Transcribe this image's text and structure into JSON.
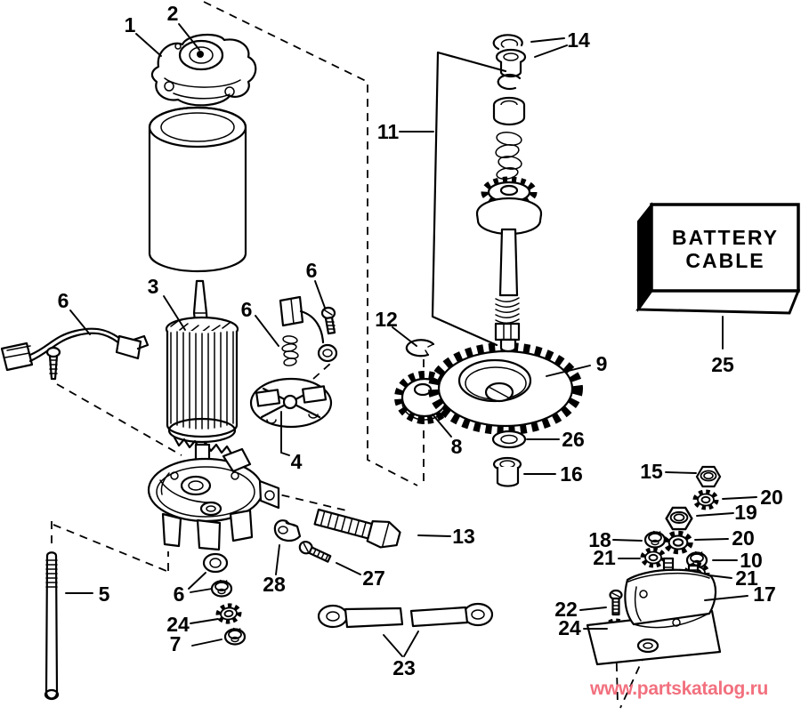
{
  "diagram": {
    "type": "exploded-parts-diagram",
    "subject": "electric starter and solenoid",
    "background": "#ffffff",
    "line_color": "#000000"
  },
  "battery_cable_box": {
    "line1": "BATTERY",
    "line2": "CABLE"
  },
  "watermark": {
    "text": "www.partskatalog.ru",
    "color": "#f2707e"
  },
  "callouts": {
    "c1": "1",
    "c2": "2",
    "c3": "3",
    "c4": "4",
    "c5": "5",
    "c6_lead": "6",
    "c6_brush": "6",
    "c6_screw": "6",
    "c6_nut": "6",
    "c7": "7",
    "c8": "8",
    "c9": "9",
    "c10": "10",
    "c11": "11",
    "c12": "12",
    "c13": "13",
    "c14": "14",
    "c15": "15",
    "c16": "16",
    "c17": "17",
    "c18": "18",
    "c19": "19",
    "c20_upper": "20",
    "c20_lower": "20",
    "c21_upper": "21",
    "c21_lower": "21",
    "c22": "22",
    "c23": "23",
    "c24_solenoid": "24",
    "c24_lower": "24",
    "c25": "25",
    "c26": "26",
    "c27": "27",
    "c28": "28"
  }
}
